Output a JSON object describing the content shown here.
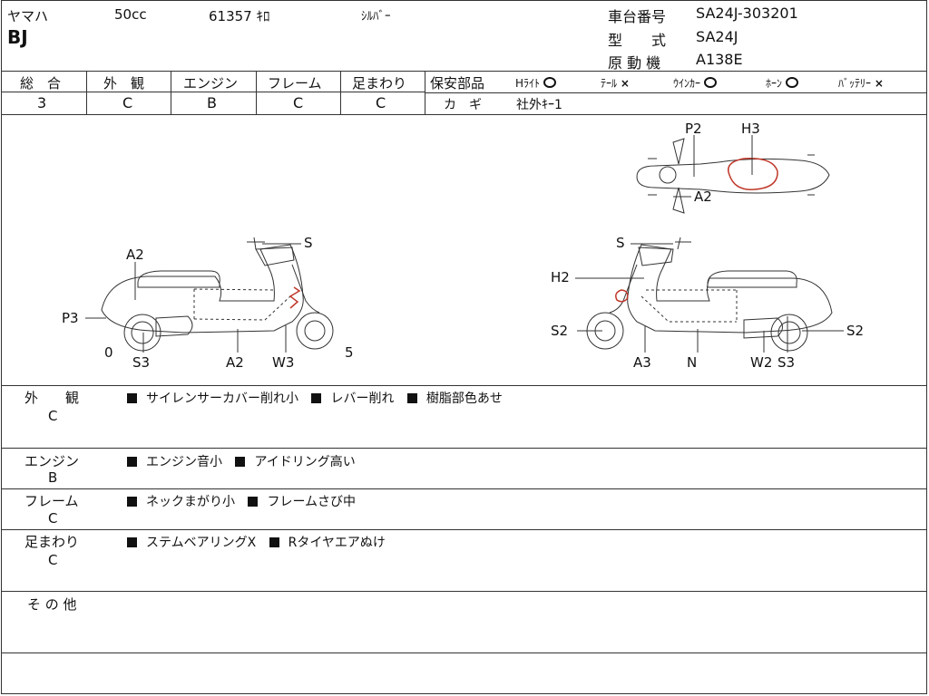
{
  "header": {
    "maker": "ヤマハ",
    "displacement": "50cc",
    "mileage": "61357 ｷﾛ",
    "color": "ｼﾙﾊﾞｰ",
    "model_name": "BJ",
    "frame_no_label": "車台番号",
    "frame_no": "SA24J-303201",
    "type_label": "型　　式",
    "type": "SA24J",
    "engine_label": "原 動 機",
    "engine": "A138E"
  },
  "grades": {
    "overall_label": "総　合",
    "overall": "3",
    "exterior_label": "外　観",
    "exterior": "C",
    "engine_label": "エンジン",
    "engine": "B",
    "frame_label": "フレーム",
    "frame": "C",
    "suspension_label": "足まわり",
    "suspension": "C"
  },
  "safety": {
    "label": "保安部品",
    "headlight": "Hﾗｲﾄ",
    "tail": "ﾃｰﾙ",
    "winker": "ｳｲﾝｶｰ",
    "horn": "ﾎｰﾝ",
    "battery": "ﾊﾞｯﾃﾘｰ",
    "x_mark": "×",
    "key_label": "カ　ギ",
    "key_value": "社外ｷｰ1"
  },
  "diagram": {
    "left_labels": {
      "a2_top": "A2",
      "s": "S",
      "p3": "P3",
      "zero": "0",
      "s3": "S3",
      "a2_bottom": "A2",
      "w3": "W3",
      "five": "5"
    },
    "right_labels": {
      "s": "S",
      "h2": "H2",
      "s2_left": "S2",
      "a3": "A3",
      "n": "N",
      "w2": "W2",
      "s3": "S3",
      "s2_right": "S2"
    },
    "top_labels": {
      "p2": "P2",
      "h3": "H3",
      "a2": "A2"
    }
  },
  "conditions": [
    {
      "label": "外　　観",
      "grade": "C",
      "items": [
        "サイレンサーカバー削れ小",
        "レバー削れ",
        "樹脂部色あせ"
      ]
    },
    {
      "label": "エンジン",
      "grade": "B",
      "items": [
        "エンジン音小",
        "アイドリング高い"
      ]
    },
    {
      "label": "フレーム",
      "grade": "C",
      "items": [
        "ネックまがり小",
        "フレームさび中"
      ]
    },
    {
      "label": "足まわり",
      "grade": "C",
      "items": [
        "ステムベアリングX",
        "Rタイヤエアぬけ"
      ]
    }
  ],
  "other": {
    "label": "そ の 他"
  },
  "colors": {
    "damage_mark": "#c0392b"
  }
}
